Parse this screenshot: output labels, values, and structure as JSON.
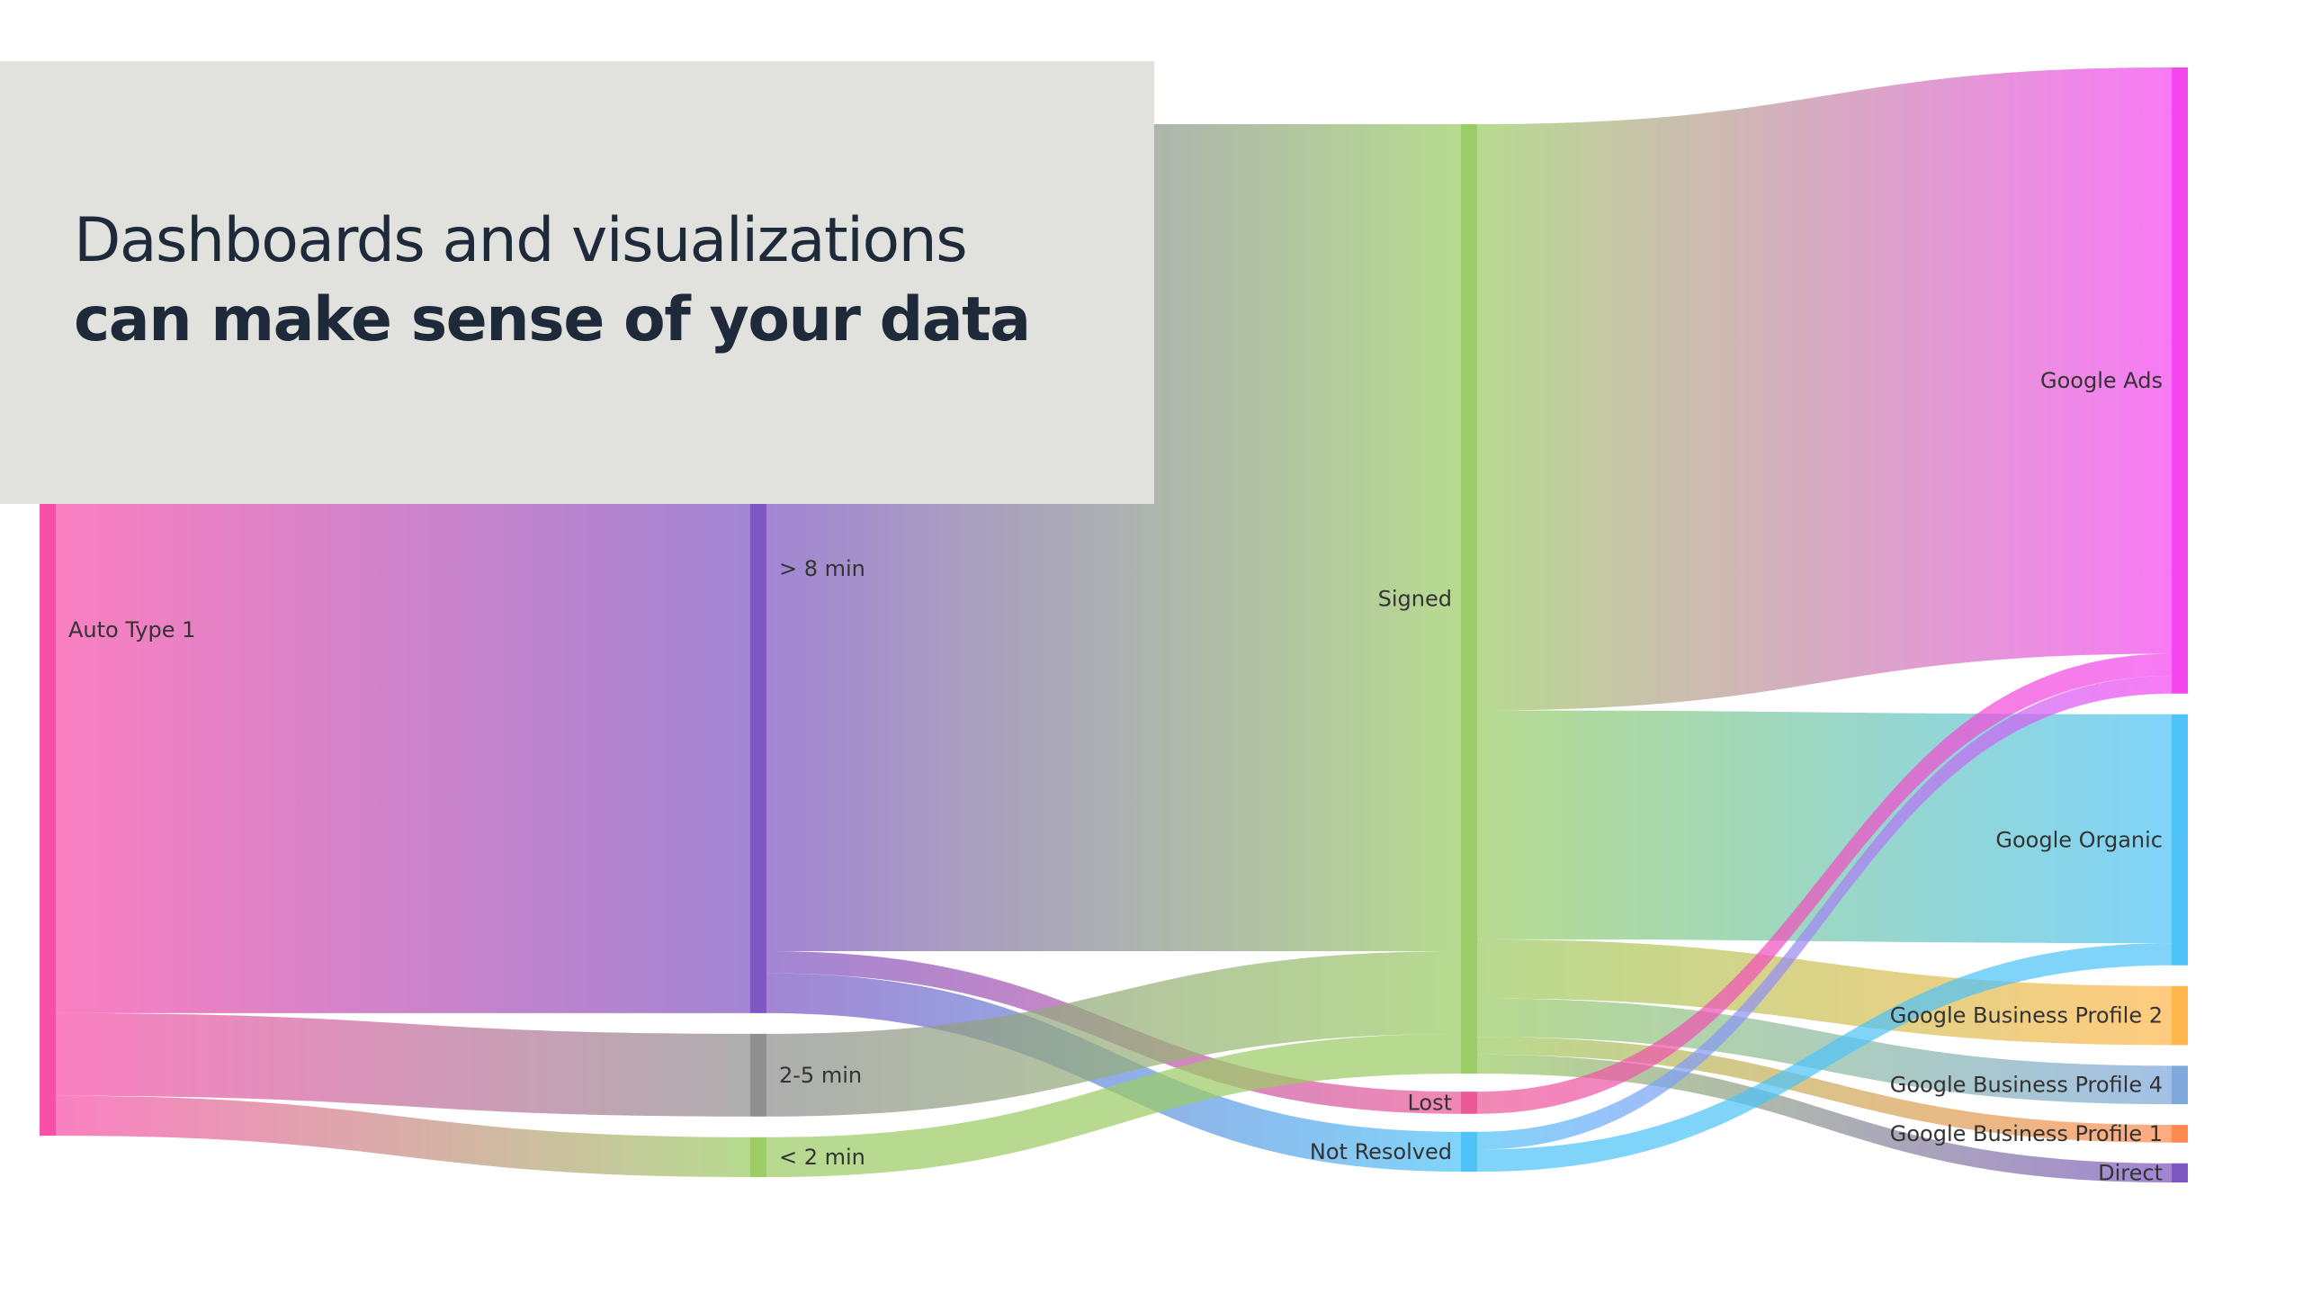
{
  "headline": {
    "line1": "Dashboards and visualizations",
    "line2": "can make sense of your data"
  },
  "chart_data": {
    "type": "sankey",
    "nodes": [
      {
        "id": "auto1",
        "label": "Auto Type 1",
        "column": 0,
        "color": "#f84fa9"
      },
      {
        "id": "gt8",
        "label": "> 8 min",
        "column": 1,
        "color": "#7e57c2"
      },
      {
        "id": "m25",
        "label": "2-5 min",
        "column": 1,
        "color": "#8f8f8f"
      },
      {
        "id": "lt2",
        "label": "< 2 min",
        "column": 1,
        "color": "#9ccc65"
      },
      {
        "id": "signed",
        "label": "Signed",
        "column": 2,
        "color": "#9ccc65"
      },
      {
        "id": "lost",
        "label": "Lost",
        "column": 2,
        "color": "#ec5a96"
      },
      {
        "id": "nr",
        "label": "Not Resolved",
        "column": 2,
        "color": "#4fc3f7"
      },
      {
        "id": "gads",
        "label": "Google Ads",
        "column": 3,
        "color": "#f447f0"
      },
      {
        "id": "gorg",
        "label": "Google Organic",
        "column": 3,
        "color": "#4fc3f7"
      },
      {
        "id": "gbp2",
        "label": "Google Business Profile 2",
        "column": 3,
        "color": "#ffb74d"
      },
      {
        "id": "gbp4",
        "label": "Google Business Profile 4",
        "column": 3,
        "color": "#7fa8dc"
      },
      {
        "id": "gbp1",
        "label": "Google Business Profile 1",
        "column": 3,
        "color": "#ff8a50"
      },
      {
        "id": "direct",
        "label": "Direct",
        "column": 3,
        "color": "#7e57c2"
      }
    ],
    "links": [
      {
        "source": "auto1",
        "target": "gt8",
        "value": 602
      },
      {
        "source": "auto1",
        "target": "m25",
        "value": 56
      },
      {
        "source": "auto1",
        "target": "lt2",
        "value": 27
      },
      {
        "source": "gt8",
        "target": "signed",
        "value": 560
      },
      {
        "source": "gt8",
        "target": "lost",
        "value": 15
      },
      {
        "source": "gt8",
        "target": "nr",
        "value": 27
      },
      {
        "source": "m25",
        "target": "signed",
        "value": 56
      },
      {
        "source": "lt2",
        "target": "signed",
        "value": 27
      },
      {
        "source": "signed",
        "target": "gads",
        "value": 397
      },
      {
        "source": "signed",
        "target": "gorg",
        "value": 155
      },
      {
        "source": "signed",
        "target": "gbp2",
        "value": 40
      },
      {
        "source": "signed",
        "target": "gbp4",
        "value": 26
      },
      {
        "source": "signed",
        "target": "gbp1",
        "value": 12
      },
      {
        "source": "signed",
        "target": "direct",
        "value": 13
      },
      {
        "source": "lost",
        "target": "gads",
        "value": 15
      },
      {
        "source": "nr",
        "target": "gads",
        "value": 12
      },
      {
        "source": "nr",
        "target": "gorg",
        "value": 15
      }
    ]
  }
}
